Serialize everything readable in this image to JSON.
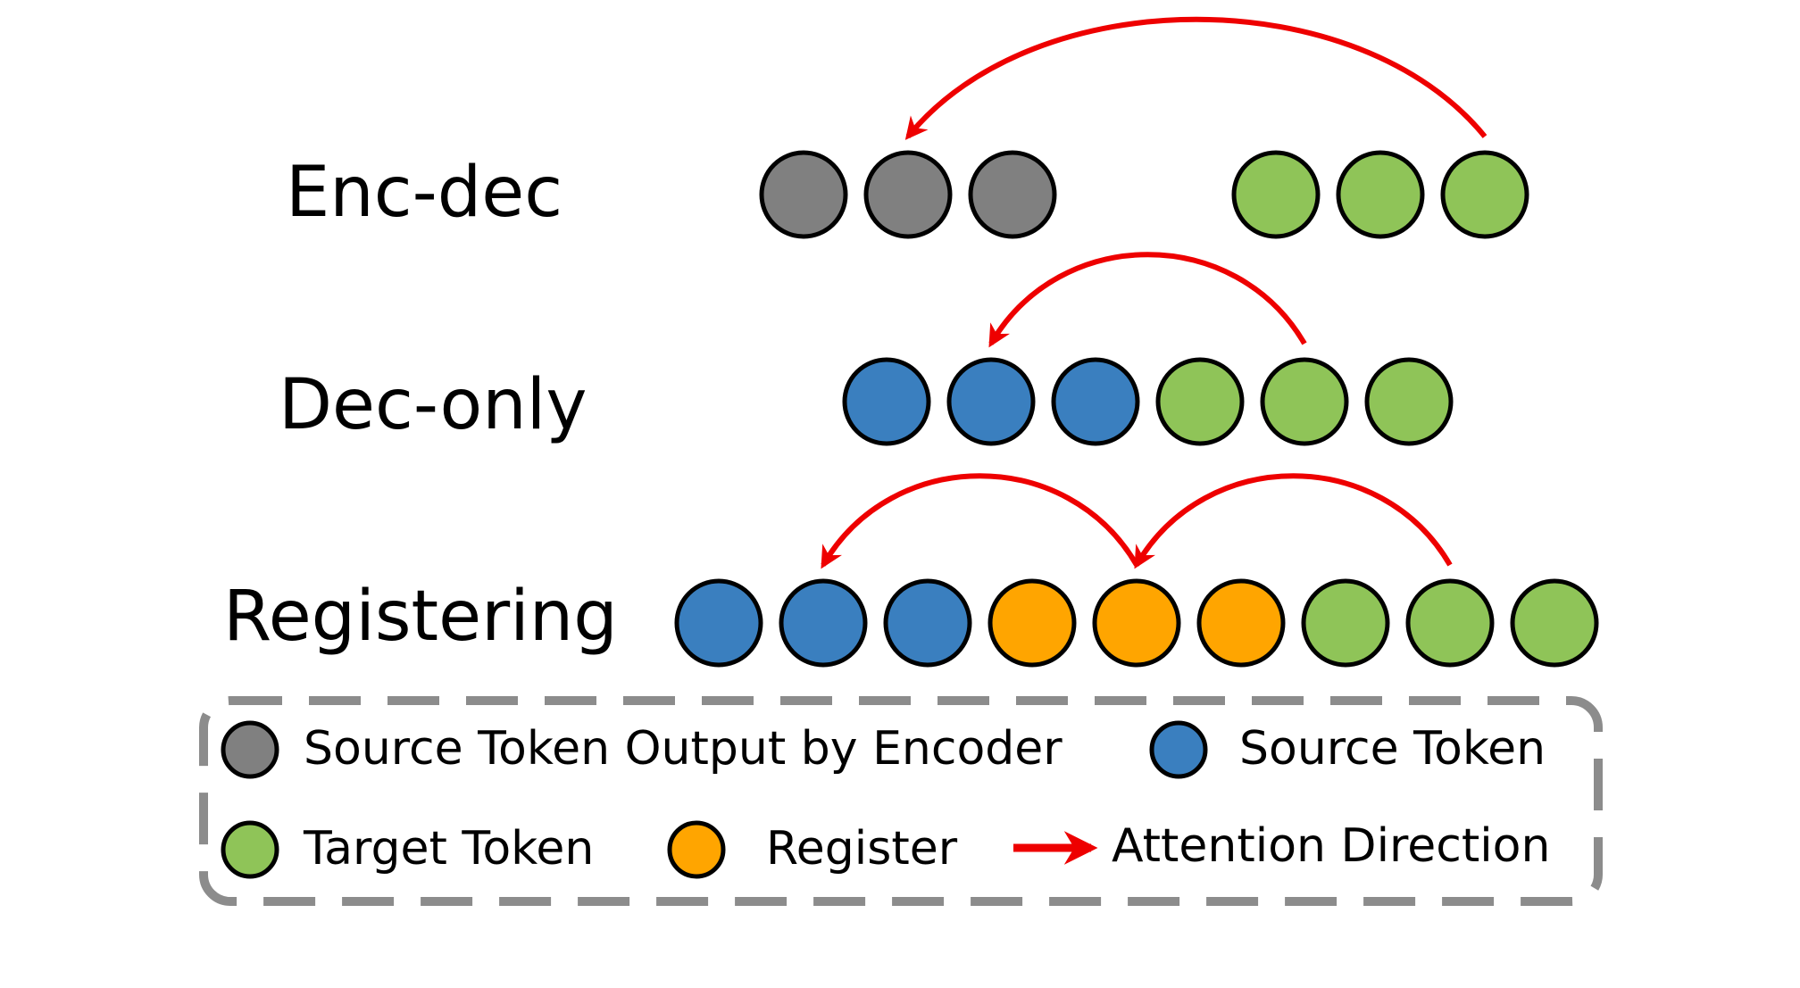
{
  "colors": {
    "encoder_source": "#808080",
    "source": "#3a7fbf",
    "target": "#8fc458",
    "register": "#ffa500",
    "arrow": "#ee0000",
    "legend_border": "#8c8c8c"
  },
  "rows": [
    {
      "label": "Enc-dec",
      "tokens": [
        "encoder_source",
        "encoder_source",
        "encoder_source",
        "gap",
        "target",
        "target",
        "target"
      ],
      "arrows": [
        {
          "from": 6,
          "to": 1
        }
      ]
    },
    {
      "label": "Dec-only",
      "tokens": [
        "source",
        "source",
        "source",
        "target",
        "target",
        "target"
      ],
      "arrows": [
        {
          "from": 4,
          "to": 1
        }
      ]
    },
    {
      "label": "Registering",
      "tokens": [
        "source",
        "source",
        "source",
        "register",
        "register",
        "register",
        "target",
        "target",
        "target"
      ],
      "arrows": [
        {
          "from": 4,
          "to": 1
        },
        {
          "from": 7,
          "to": 4
        }
      ]
    }
  ],
  "legend": {
    "encoder_source": "Source Token Output by Encoder",
    "source": "Source Token",
    "target": "Target Token",
    "register": "Register",
    "arrow": "Attention Direction"
  }
}
